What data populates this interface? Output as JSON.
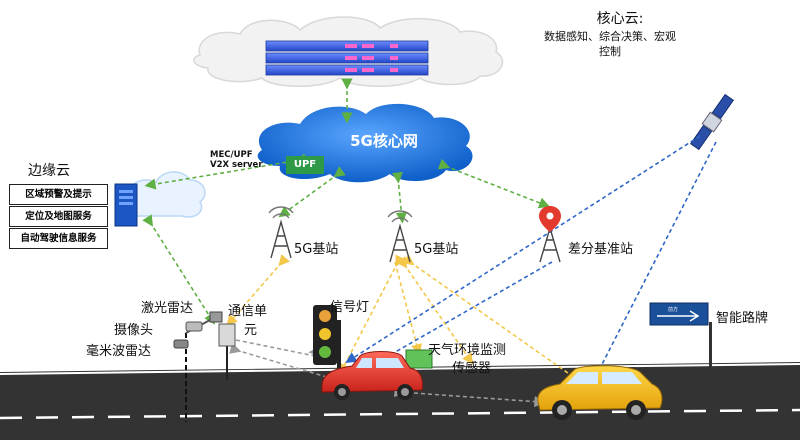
{
  "core_cloud": {
    "title": "核心云:",
    "desc_line1": "数据感知、综合决策、宏观",
    "desc_line2": "控制"
  },
  "core_network": {
    "label": "5G核心网"
  },
  "upf": {
    "tag": "UPF",
    "mec_line1": "MEC/UPF",
    "mec_line2": "V2X server"
  },
  "edge_cloud": {
    "title": "边缘云",
    "services": [
      "区域预警及提示",
      "定位及地图服务",
      "自动驾驶信息服务"
    ]
  },
  "base_stations": [
    {
      "label": "5G基站"
    },
    {
      "label": "5G基站"
    }
  ],
  "diff_station": {
    "label": "差分基准站"
  },
  "roadside": {
    "lidar": "激光雷达",
    "camera": "摄像头",
    "mmwave": "毫米波雷达",
    "comm_unit_line1": "通信单",
    "comm_unit_line2": "元"
  },
  "traffic_light": {
    "label": "信号灯"
  },
  "weather_sensor": {
    "line1": "天气环境监测",
    "line2": "传感器"
  },
  "smart_sign": {
    "label": "智能路牌",
    "sign_text": "前方"
  },
  "colors": {
    "link_green": "#5fb043",
    "link_yellow": "#f3c74a",
    "link_blue": "#2f66c9",
    "link_gray": "#9a9a9a",
    "road": "#333333",
    "cloud_blue": "#1f6fd6"
  }
}
